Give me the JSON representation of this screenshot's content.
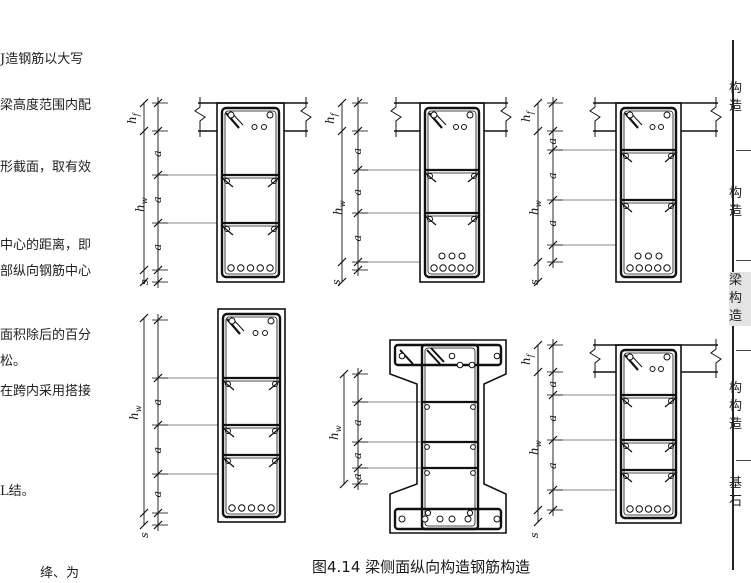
{
  "left_text": [
    "J造钢筋以大写",
    "梁高度范围内配",
    "形截面，取有效",
    "中心的距离，即",
    "部纵向钢筋中心",
    "面积除后的百分",
    "松。",
    "在跨内采用搭接",
    "L结。",
    "绛、为"
  ],
  "caption": "图4.14 梁侧面纵向构造钢筋构造",
  "labels": {
    "hf": "h′",
    "hw": "hw",
    "a": "a",
    "s": "s",
    "f_sub": "f",
    "w_sub": "w"
  },
  "side_tabs": [
    "构\n造",
    "构\n造",
    "梁\n构\n造",
    "构\n构\n造",
    "基\n石"
  ]
}
